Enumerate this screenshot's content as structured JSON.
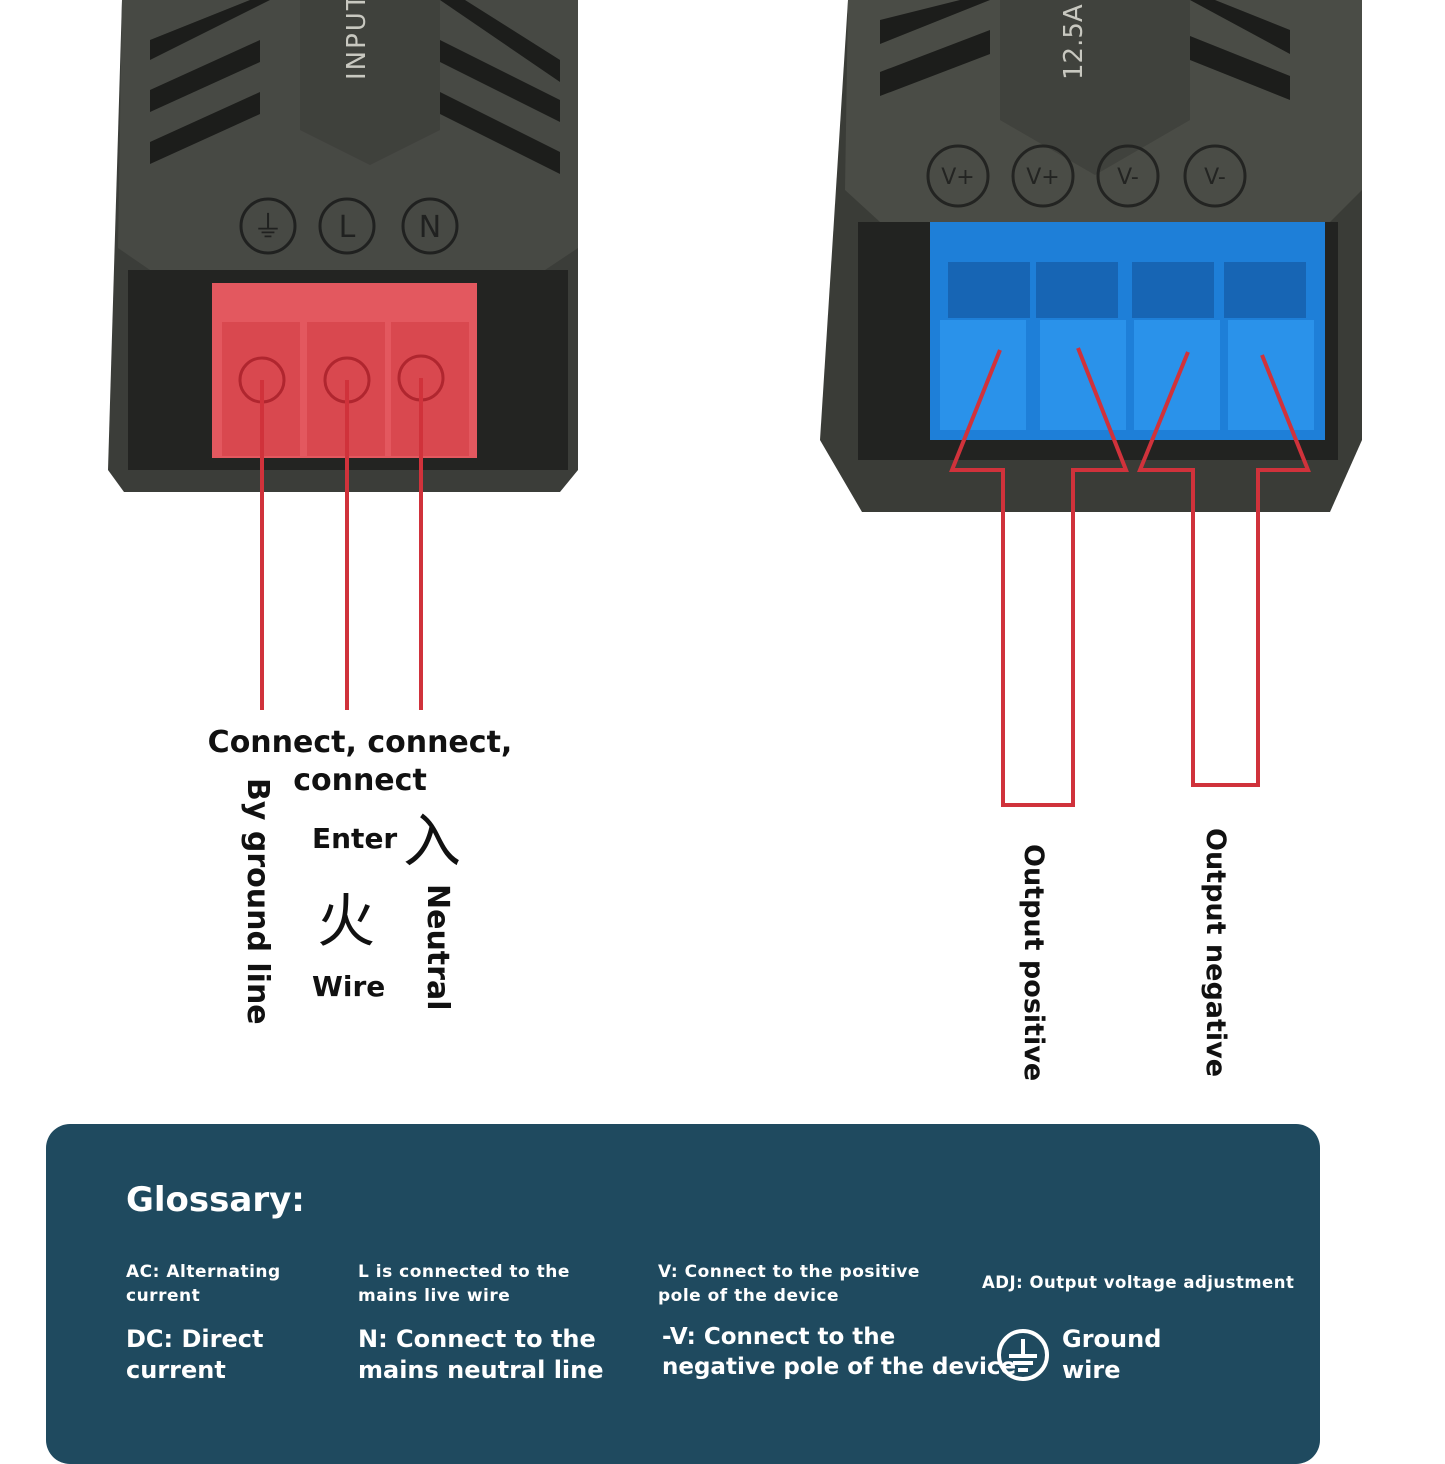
{
  "product": {
    "input_panel": {
      "case_text": "INPUT",
      "terminal_symbols": [
        "⏚",
        "L",
        "N"
      ],
      "terminal_color": "#e0555b"
    },
    "output_panel": {
      "case_text": "12.5A",
      "terminal_symbols": [
        "V+",
        "V+",
        "V-",
        "V-"
      ],
      "terminal_color": "#1b7fd6"
    },
    "case_color": "#3d3f3a",
    "lead_line_color": "#d0323b"
  },
  "input_labels": {
    "connect_line1": "Connect, connect,",
    "connect_line2": "connect",
    "ground": "By ground line",
    "enter": "Enter",
    "enter_glyph": "入",
    "fire_glyph": "火",
    "wire": "Wire",
    "neutral": "Neutral"
  },
  "output_labels": {
    "positive": "Output positive",
    "negative": "Output negative"
  },
  "glossary": {
    "title": "Glossary:",
    "ac": "AC: Alternating\ncurrent",
    "dc": "DC: Direct\ncurrent",
    "l": "L is connected to the\nmains live wire",
    "n": "N: Connect to the\nmains neutral line",
    "v": "V: Connect to the positive\npole of the device",
    "neg_v": "-V: Connect to the\nnegative pole of the device",
    "adj": "ADJ: Output voltage adjustment",
    "ground": "Ground\nwire",
    "ground_icon": "ground-icon"
  }
}
